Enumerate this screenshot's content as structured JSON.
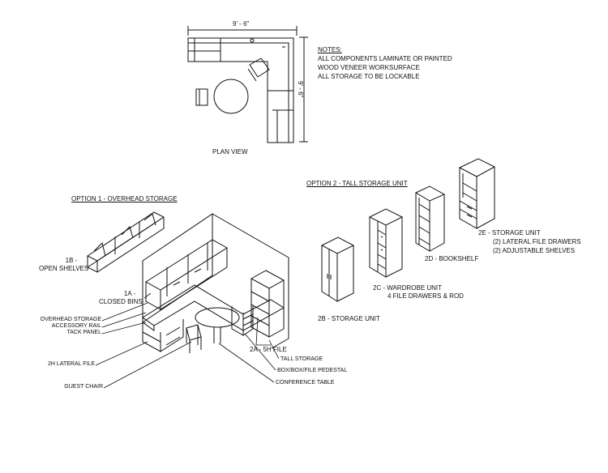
{
  "plan": {
    "dim_width": "9' - 6\"",
    "dim_depth": "9' - 6\"",
    "caption": "PLAN VIEW"
  },
  "notes": {
    "heading": "NOTES:",
    "lines": [
      "ALL COMPONENTS LAMINATE OR PAINTED",
      "WOOD VENEER WORKSURFACE",
      "ALL STORAGE TO BE LOCKABLE"
    ]
  },
  "option1": {
    "title": "OPTION 1 - OVERHEAD STORAGE",
    "open_shelves": [
      "1B -",
      "OPEN SHELVES"
    ],
    "closed_bins": [
      "1A -",
      "CLOSED BINS"
    ],
    "overhead_storage": "OVERHEAD STORAGE",
    "accessory_rail": "ACCESSORY RAIL",
    "tack_panel": "TACK PANEL",
    "lateral_file": "2H LATERAL FILE",
    "guest_chair": "GUEST CHAIR",
    "file_5h": "2A - 5H FILE",
    "tall_storage": "TALL STORAGE",
    "pedestal": "BOX/BOX/FILE PEDESTAL",
    "conference_table": "CONFERENCE TABLE"
  },
  "option2": {
    "title": "OPTION 2 - TALL STORAGE UNIT",
    "unit_2b": "2B - STORAGE UNIT",
    "unit_2c": [
      "2C - WARDROBE UNIT",
      "4 FILE DRAWERS & ROD"
    ],
    "unit_2d": "2D - BOOKSHELF",
    "unit_2e": [
      "2E - STORAGE UNIT",
      "(2) LATERAL FILE DRAWERS",
      "(2) ADJUSTABLE SHELVES"
    ]
  }
}
